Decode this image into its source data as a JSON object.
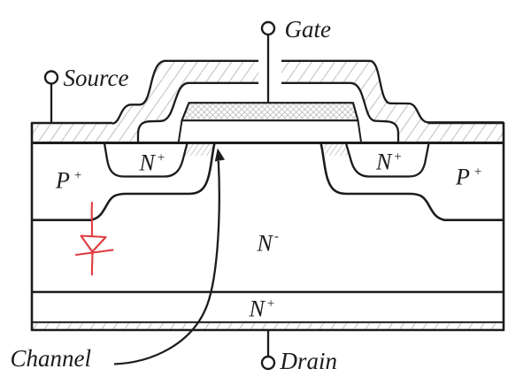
{
  "colors": {
    "line": "#1c1c1c",
    "red": "#e03a3e",
    "hatch": "#c0c0c0",
    "background": "#ffffff"
  },
  "terminals": {
    "gate": "Gate",
    "source": "Source",
    "drain": "Drain"
  },
  "annotations": {
    "channel": "Channel"
  },
  "regions": {
    "n_plus_left": {
      "base": "N",
      "sup": "+"
    },
    "n_plus_right": {
      "base": "N",
      "sup": "+"
    },
    "p_plus_left": {
      "base": "P",
      "sup": "+"
    },
    "p_plus_right": {
      "base": "P",
      "sup": "+"
    },
    "n_minus_drift": {
      "base": "N",
      "sup": "-"
    },
    "n_plus_substrate": {
      "base": "N",
      "sup": "+"
    }
  }
}
